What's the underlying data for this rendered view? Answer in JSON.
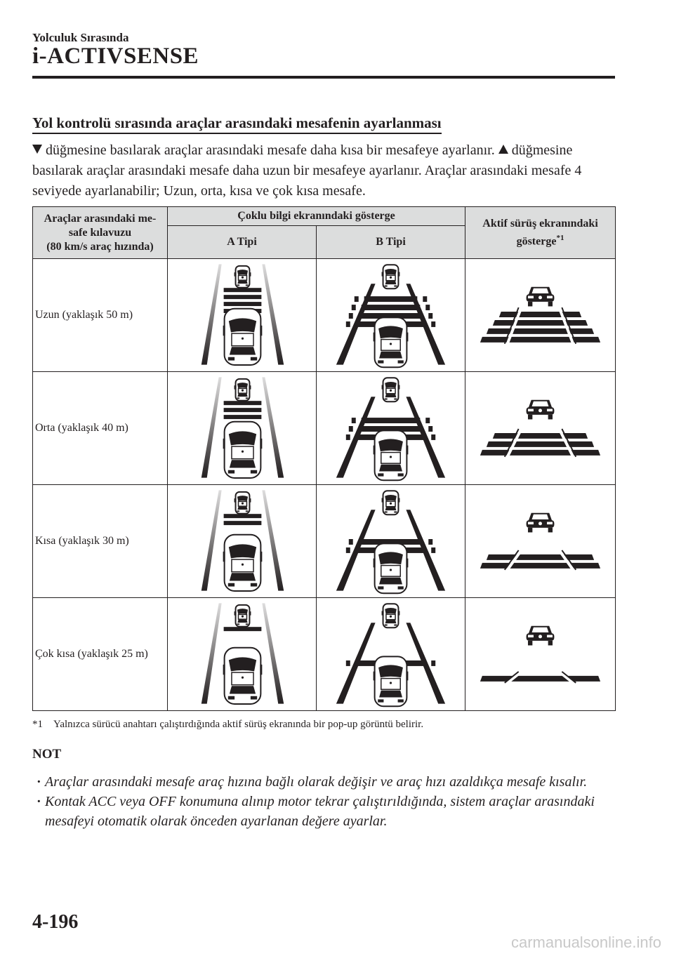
{
  "header": {
    "section": "Yolculuk Sırasında",
    "chapter": "i-ACTIVSENSE"
  },
  "subheading": "Yol kontrolü sırasında araçlar arasındaki mesafenin ayarlanması",
  "intro": {
    "part1": "düğmesine basılarak araçlar arasındaki mesafe daha kısa bir mesafeye ayarlanır.",
    "part2": "düğmesine basılarak araçlar arasındaki mesafe daha uzun bir mesafeye ayarlanır. Araçlar arasındaki mesafe 4 seviyede ayarlanabilir; Uzun, orta, kısa ve çok kısa mesafe."
  },
  "table": {
    "col1_header": "Araçlar arasındaki me-\nsafe kılavuzu\n(80 km/s araç hızında)",
    "multi_info_header": "Çoklu bilgi ekranındaki gösterge",
    "type_a": "A Tipi",
    "type_b": "B Tipi",
    "active_header": "Aktif sürüş ekranındaki gösterge",
    "active_sup": "*1",
    "rows": [
      {
        "label": "Uzun (yaklaşık 50 m)",
        "level": 4
      },
      {
        "label": "Orta (yaklaşık 40 m)",
        "level": 3
      },
      {
        "label": "Kısa (yaklaşık 30 m)",
        "level": 2
      },
      {
        "label": "Çok kısa (yaklaşık 25 m)",
        "level": 1
      }
    ]
  },
  "footnote": {
    "mark": "*1",
    "text": "Yalnızca sürücü anahtarı çalıştırdığında aktif sürüş ekranında bir pop-up görüntü belirir."
  },
  "note": {
    "title": "NOT",
    "items": [
      "Araçlar arasındaki mesafe araç hızına bağlı olarak değişir ve araç hızı azaldıkça mesafe kısalır.",
      "Kontak ACC veya OFF konumuna alınıp motor tekrar çalıştırıldığında, sistem araçlar arasındaki mesafeyi otomatik olarak önceden ayarlanan değere ayarlar."
    ]
  },
  "page_number": "4-196",
  "watermark": "carmanualsonline.info"
}
